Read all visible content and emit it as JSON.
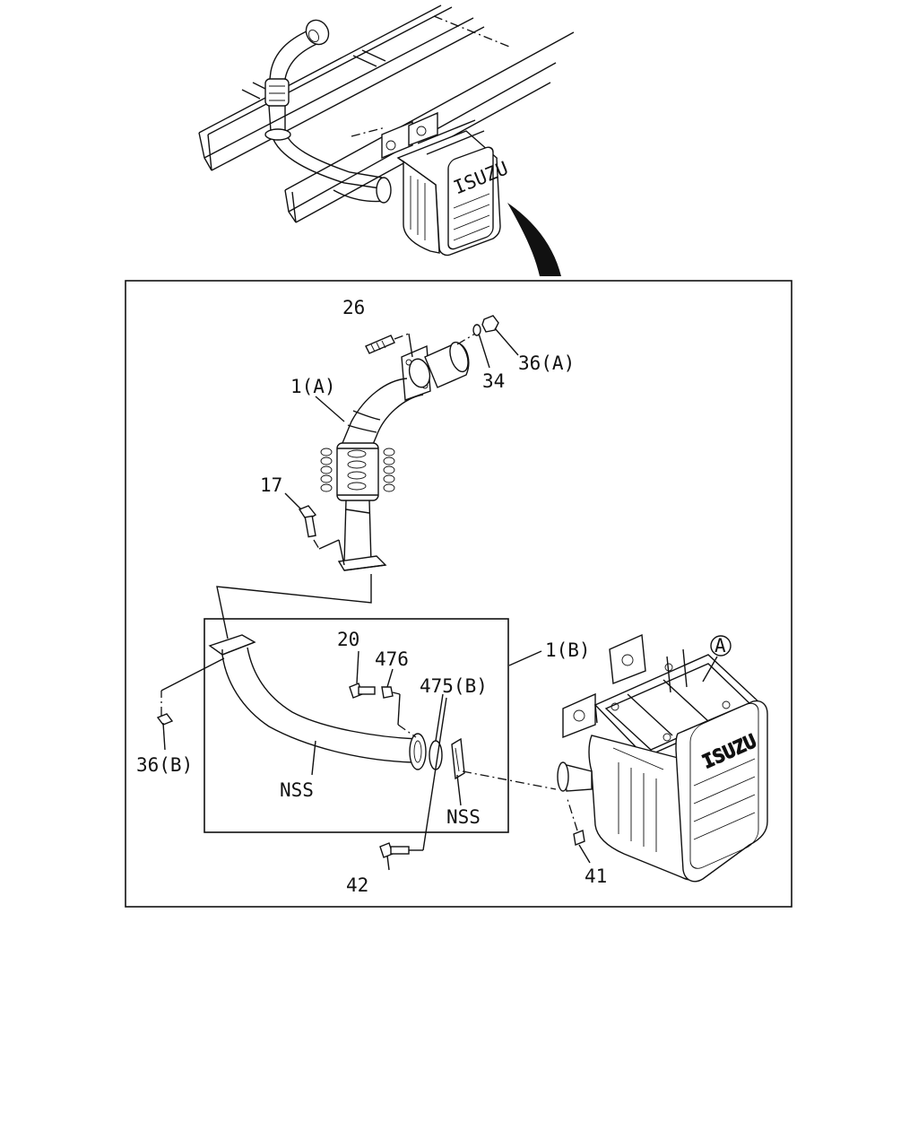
{
  "diagram": {
    "brand_text": "ISUZU",
    "callouts": {
      "c26": "26",
      "c36a": "36(A)",
      "c34": "34",
      "c1a": "1(A)",
      "c17": "17",
      "c20": "20",
      "c476": "476",
      "c1b": "1(B)",
      "c475b": "475(B)",
      "c36b": "36(B)",
      "nss1": "NSS",
      "nss2": "NSS",
      "c42": "42",
      "c41": "41",
      "circleA": "A"
    }
  }
}
